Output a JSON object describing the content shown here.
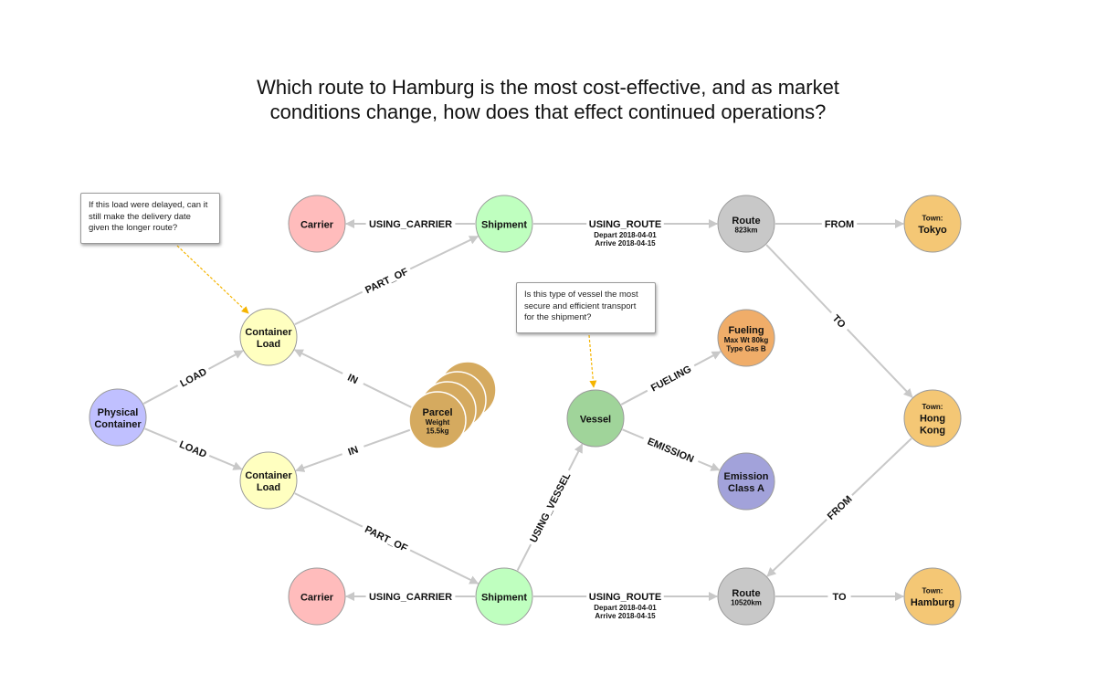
{
  "title": {
    "line1": "Which route to Hamburg is the most cost-effective, and as market",
    "line2": "conditions change, how does that effect continued operations?"
  },
  "colors": {
    "carrier": "#ffbcbc",
    "shipment": "#bfffbf",
    "route": "#c8c8c8",
    "town": "#f4c775",
    "container_load": "#ffffc0",
    "physical_container": "#c0c0ff",
    "parcel": "#d5aa5f",
    "vessel": "#a0d49a",
    "fueling": "#f0ad69",
    "emission": "#a2a2da",
    "edge": "#c8c8c8",
    "note_arrow": "#f5b400"
  },
  "notes": {
    "delayed_load": "If this load were delayed, can it still make the delivery date given the longer route?",
    "vessel_type": "Is this type of vessel the most secure and efficient transport for the shipment?"
  },
  "nodes": {
    "carrier_top": {
      "lines": [
        "Carrier"
      ]
    },
    "shipment_top": {
      "lines": [
        "Shipment"
      ]
    },
    "route_top": {
      "lines": [
        "Route"
      ],
      "sub": [
        "823km"
      ]
    },
    "town_tokyo": {
      "pre": "Town:",
      "lines": [
        "Tokyo"
      ]
    },
    "container_load_top": {
      "lines": [
        "Container",
        "Load"
      ]
    },
    "physical_container": {
      "lines": [
        "Physical",
        "Container"
      ]
    },
    "parcel": {
      "lines": [
        "Parcel"
      ],
      "sub": [
        "Weight",
        "15.5kg"
      ]
    },
    "container_load_bottom": {
      "lines": [
        "Container",
        "Load"
      ]
    },
    "vessel": {
      "lines": [
        "Vessel"
      ]
    },
    "fueling": {
      "lines": [
        "Fueling"
      ],
      "sub": [
        "Max Wt 80kg",
        "Type Gas B"
      ]
    },
    "emission": {
      "lines": [
        "Emission",
        "Class A"
      ]
    },
    "town_hong_kong": {
      "pre": "Town:",
      "lines": [
        "Hong",
        "Kong"
      ]
    },
    "carrier_bottom": {
      "lines": [
        "Carrier"
      ]
    },
    "shipment_bottom": {
      "lines": [
        "Shipment"
      ]
    },
    "route_bottom": {
      "lines": [
        "Route"
      ],
      "sub": [
        "10520km"
      ]
    },
    "town_hamburg": {
      "pre": "Town:",
      "lines": [
        "Hamburg"
      ]
    }
  },
  "edges": {
    "using_carrier_top": {
      "label": "USING_CARRIER"
    },
    "using_route_top": {
      "label": "USING_ROUTE",
      "sub": [
        "Depart 2018-04-01",
        "Arrive 2018-04-15"
      ]
    },
    "from_top": {
      "label": "FROM"
    },
    "to_hong_kong": {
      "label": "TO"
    },
    "part_of_top": {
      "label": "PART_OF"
    },
    "load_top": {
      "label": "LOAD"
    },
    "load_bottom": {
      "label": "LOAD"
    },
    "in_top": {
      "label": "IN"
    },
    "in_bottom": {
      "label": "IN"
    },
    "part_of_bottom": {
      "label": "PART_OF"
    },
    "using_vessel": {
      "label": "USING_VESSEL"
    },
    "fueling": {
      "label": "FUELING"
    },
    "emission": {
      "label": "EMISSION"
    },
    "from_bottom": {
      "label": "FROM"
    },
    "using_carrier_bottom": {
      "label": "USING_CARRIER"
    },
    "using_route_bottom": {
      "label": "USING_ROUTE",
      "sub": [
        "Depart 2018-04-01",
        "Arrive 2018-04-15"
      ]
    },
    "to_hamburg": {
      "label": "TO"
    }
  }
}
